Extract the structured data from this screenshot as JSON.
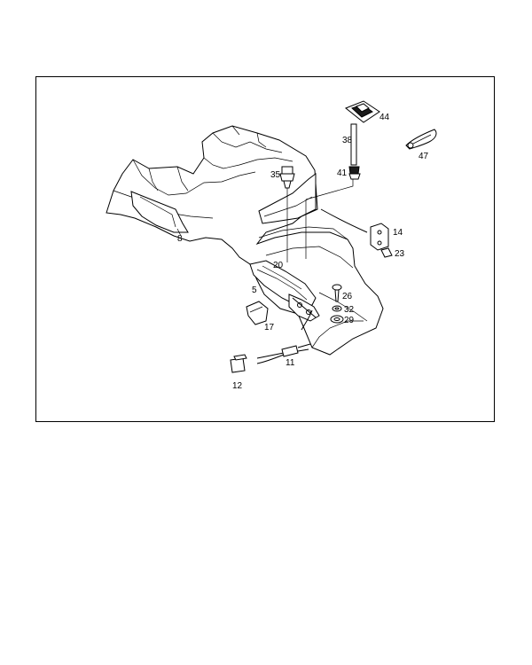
{
  "diagram": {
    "labels": {
      "p44": "44",
      "p38": "38",
      "p47": "47",
      "p35": "35",
      "p41": "41",
      "p14": "14",
      "p23": "23",
      "p8": "8",
      "p20": "20",
      "p5": "5",
      "p26": "26",
      "p32": "32",
      "p29": "29",
      "p17": "17",
      "p11": "11",
      "p12": "12"
    }
  }
}
